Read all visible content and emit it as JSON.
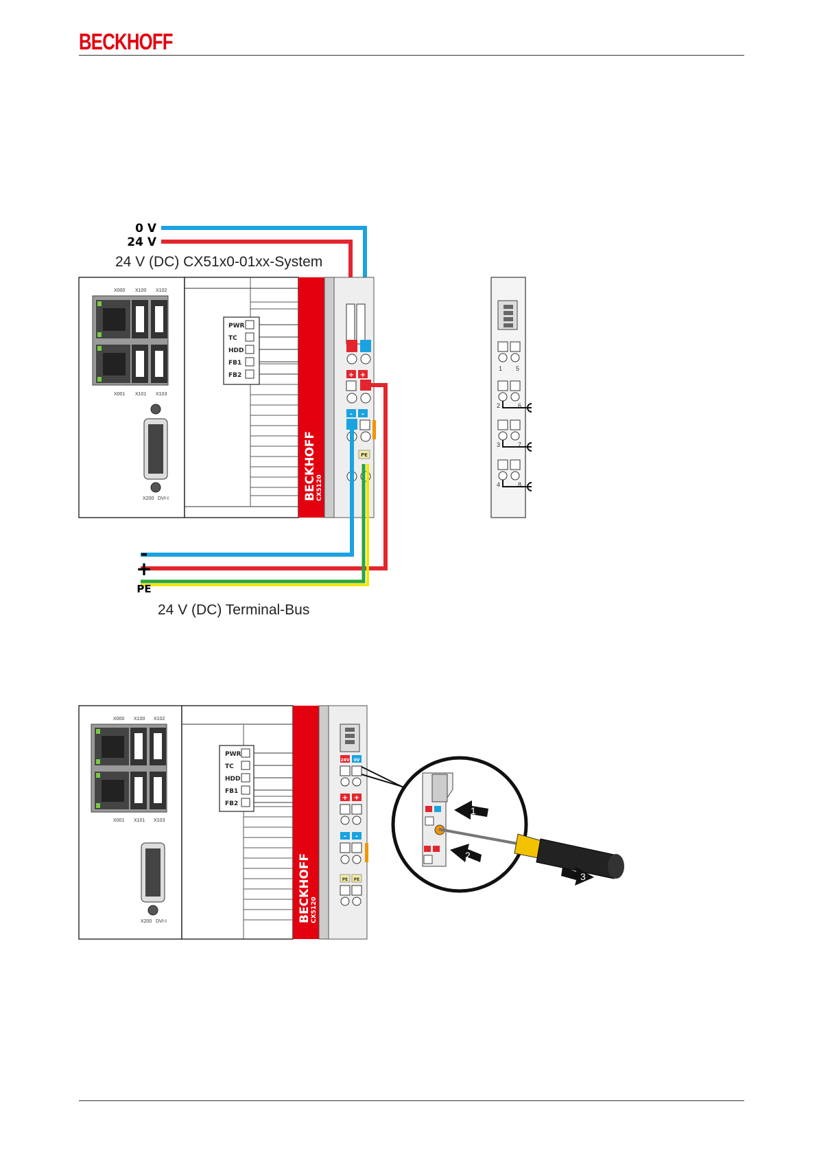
{
  "header": {
    "brand": "BECKHOFF"
  },
  "figure1": {
    "top_labels": {
      "zero_v": "0 V",
      "twentyfour_v": "24 V",
      "system": "24 V (DC) CX51x0-01xx-System"
    },
    "bottom_labels": {
      "minus": "-",
      "plus": "+",
      "pe": "PE",
      "bus": "24 V (DC) Terminal-Bus"
    },
    "ports_top": [
      "X000",
      "X100",
      "X102"
    ],
    "ports_bottom": [
      "X001",
      "X101",
      "X103"
    ],
    "dvi_labels": [
      "X200",
      "DVI-I"
    ],
    "leds": [
      "PWR",
      "TC",
      "HDD",
      "FB1",
      "FB2"
    ],
    "model": "CX5120",
    "brand_vertical": "BECKHOFF",
    "terminal_marks": [
      "+",
      "+",
      "-",
      "-",
      "PE"
    ],
    "io_numbers": [
      "1",
      "5",
      "2",
      "6",
      "3",
      "7",
      "4",
      "8"
    ]
  },
  "figure2": {
    "ports_top": [
      "X000",
      "X100",
      "X102"
    ],
    "ports_bottom": [
      "X001",
      "X101",
      "X103"
    ],
    "dvi_labels": [
      "X200",
      "DVI-I"
    ],
    "leds": [
      "PWR",
      "TC",
      "HDD",
      "FB1",
      "FB2"
    ],
    "model": "CX5120",
    "brand_vertical": "BECKHOFF",
    "terminal_marks": [
      "24V",
      "0V",
      "+",
      "+",
      "-",
      "-",
      "PE",
      "PE"
    ],
    "steps": [
      "1",
      "2",
      "3"
    ]
  },
  "colors": {
    "brand_red": "#e3000f",
    "wire_blue": "#1aa3e0",
    "wire_red": "#e3262e",
    "wire_green": "#2aa53a",
    "wire_yellow": "#f2e600"
  }
}
